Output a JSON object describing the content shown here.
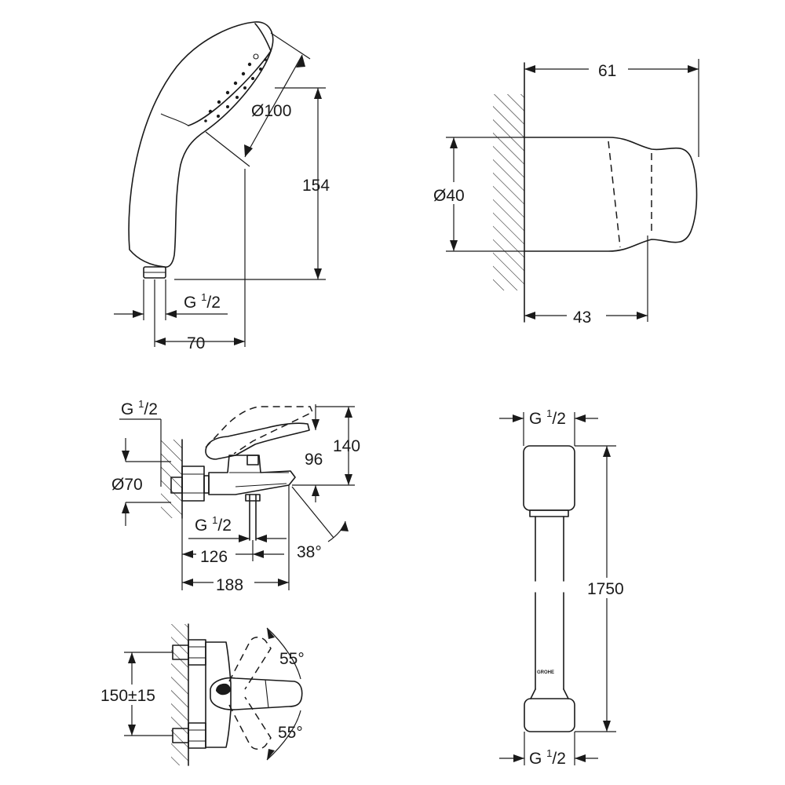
{
  "hand_shower": {
    "diameter": "Ø100",
    "height": "154",
    "thread_main": "G ",
    "thread_sup": "1",
    "thread_sub": "/2",
    "width": "70"
  },
  "wall_holder": {
    "depth": "61",
    "diameter": "Ø40",
    "base_depth": "43"
  },
  "mixer_side": {
    "thread_top_main": "G ",
    "thread_top_sup": "1",
    "thread_top_sub": "/2",
    "height_total": "140",
    "height_spout": "96",
    "connection": "Ø70",
    "thread_bottom_main": "G ",
    "thread_bottom_sup": "1",
    "thread_bottom_sub": "/2",
    "spout_angle": "38°",
    "length_outlet": "126",
    "length_total": "188"
  },
  "mixer_front": {
    "lever_angle_up": "55°",
    "lever_angle_down": "55°",
    "centres": "150±15"
  },
  "hose": {
    "thread_top_main": "G ",
    "thread_top_sup": "1",
    "thread_top_sub": "/2",
    "length": "1750",
    "thread_bottom_main": "G ",
    "thread_bottom_sup": "1",
    "thread_bottom_sub": "/2",
    "brand_mark": "GROHE"
  }
}
